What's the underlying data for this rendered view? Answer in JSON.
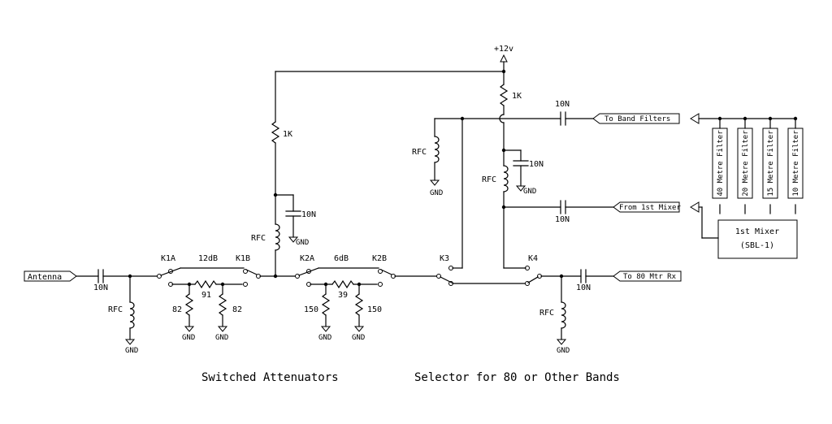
{
  "labels": {
    "vcc": "+12v",
    "r1k_a": "1K",
    "r1k_b": "1K",
    "c_in": "10N",
    "c_k2": "10N",
    "c_top": "10N",
    "c_mid": "10N",
    "c_mixer": "10N",
    "c_out": "10N",
    "rfc_in": "RFC",
    "rfc_k": "RFC",
    "rfc_left": "RFC",
    "rfc_mid": "RFC",
    "rfc_out": "RFC",
    "gnd": "GND",
    "k1a": "K1A",
    "k1b": "K1B",
    "k2a": "K2A",
    "k2b": "K2B",
    "k3": "K3",
    "k4": "K4",
    "att12": "12dB",
    "att6": "6dB",
    "r91": "91",
    "r82a": "82",
    "r82b": "82",
    "r39": "39",
    "r150a": "150",
    "r150b": "150"
  },
  "ports": {
    "antenna": "Antenna",
    "band_filters": "To Band Filters",
    "from_mixer": "From 1st Mixer",
    "to_rx": "To 80 Mtr Rx"
  },
  "filters": [
    "40 Metre Filter",
    "20 Metre Filter",
    "15 Metre Filter",
    "10 Metre Filter"
  ],
  "mixer": {
    "line1": "1st Mixer",
    "line2": "(SBL-1)"
  },
  "captions": {
    "left": "Switched Attenuators",
    "right": "Selector for 80 or Other Bands"
  }
}
